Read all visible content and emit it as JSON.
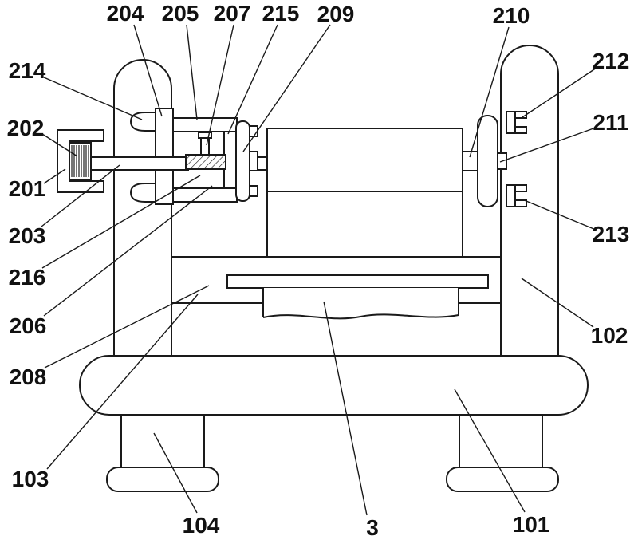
{
  "figure": {
    "background": "#ffffff",
    "line_color": "#1a1a1a",
    "label_color": "#111111"
  },
  "labels": {
    "204": "204",
    "205": "205",
    "207": "207",
    "215": "215",
    "209": "209",
    "210": "210",
    "214": "214",
    "212": "212",
    "202": "202",
    "211": "211",
    "201": "201",
    "203": "203",
    "213": "213",
    "216": "216",
    "206": "206",
    "102": "102",
    "208": "208",
    "103": "103",
    "104": "104",
    "3": "3",
    "101": "101"
  }
}
